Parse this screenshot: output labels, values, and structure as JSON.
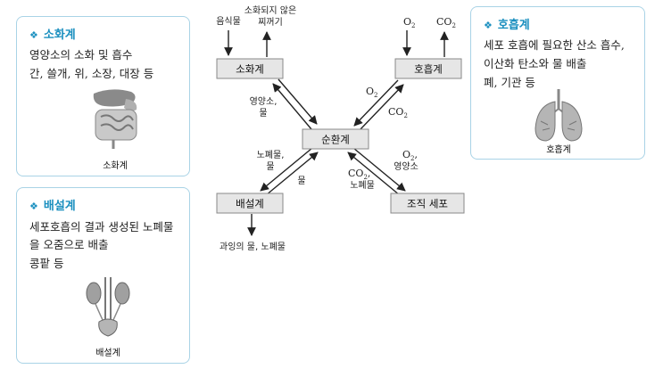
{
  "digestive_card": {
    "title": "소화계",
    "lines": [
      "영양소의 소화 및 흡수",
      "간, 쓸개, 위, 소장, 대장 등"
    ],
    "caption": "소화계"
  },
  "excretory_card": {
    "title": "배설계",
    "lines": [
      "세포호흡의 결과 생성된 노폐물",
      "을 오줌으로 배출",
      "콩팥 등"
    ],
    "caption": "배설계"
  },
  "respiratory_card": {
    "title": "호흡계",
    "lines": [
      "세포 호흡에 필요한 산소 흡수,",
      "이산화 탄소와 물 배출",
      "폐, 기관 등"
    ],
    "caption": "호흡계"
  },
  "diagram": {
    "boxes": {
      "digestive": "소화계",
      "respiratory": "호흡계",
      "circulatory": "순환계",
      "excretory": "배설계",
      "tissue": "조직 세포"
    },
    "labels": {
      "food_in": "음식물",
      "undigested_line1": "소화되지 않은",
      "undigested_line2": "찌꺼기",
      "o2_in": "O",
      "co2_out": "CO",
      "nutrients_water_line1": "영양소,",
      "nutrients_water_line2": "물",
      "resp_o2": "O",
      "resp_co2": "CO",
      "waste_water_line1": "노폐물,",
      "waste_water_line2": "물",
      "water": "물",
      "tissue_o2_line1": "O",
      "tissue_o2_line2": "영양소",
      "tissue_co2_line1": "CO",
      "tissue_co2_line2": "노폐물",
      "excreted": "과잉의 물, 노폐물",
      "sub_2": "2"
    }
  },
  "colors": {
    "card_border": "#a9d3e6",
    "accent": "#1a8fbf",
    "box_fill": "#e6e6e6",
    "arrow": "#222222"
  }
}
